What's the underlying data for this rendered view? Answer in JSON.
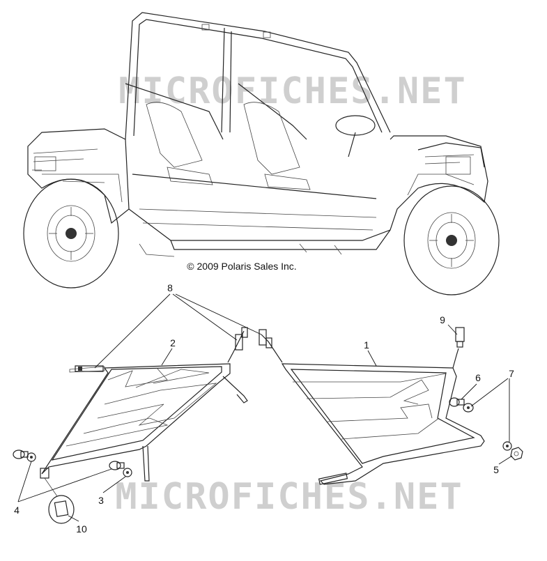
{
  "diagram": {
    "copyright": "© 2009 Polaris Sales Inc.",
    "watermarks": [
      "MICROFICHES.NET",
      "MICROFICHES.NET"
    ],
    "callouts": [
      {
        "id": "c1",
        "label": "1"
      },
      {
        "id": "c2",
        "label": "2"
      },
      {
        "id": "c3",
        "label": "3"
      },
      {
        "id": "c4",
        "label": "4"
      },
      {
        "id": "c5",
        "label": "5"
      },
      {
        "id": "c6",
        "label": "6"
      },
      {
        "id": "c7",
        "label": "7"
      },
      {
        "id": "c8",
        "label": "8"
      },
      {
        "id": "c9",
        "label": "9"
      },
      {
        "id": "c10",
        "label": "10"
      }
    ],
    "colors": {
      "line": "#222222",
      "watermark": "#c8c8c8",
      "background": "#ffffff"
    }
  }
}
